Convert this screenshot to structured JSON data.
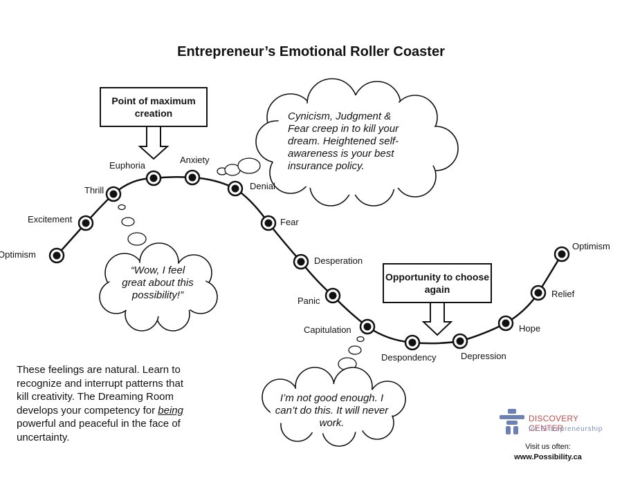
{
  "title": "Entrepreneur’s Emotional Roller Coaster",
  "stages": [
    {
      "id": "optimism-start",
      "label": "Optimism"
    },
    {
      "id": "excitement",
      "label": "Excitement"
    },
    {
      "id": "thrill",
      "label": "Thrill"
    },
    {
      "id": "euphoria",
      "label": "Euphoria"
    },
    {
      "id": "anxiety",
      "label": "Anxiety"
    },
    {
      "id": "denial",
      "label": "Denial"
    },
    {
      "id": "fear",
      "label": "Fear"
    },
    {
      "id": "desperation",
      "label": "Desperation"
    },
    {
      "id": "panic",
      "label": "Panic"
    },
    {
      "id": "capitulation",
      "label": "Capitulation"
    },
    {
      "id": "despondency",
      "label": "Despondency"
    },
    {
      "id": "depression",
      "label": "Depression"
    },
    {
      "id": "hope",
      "label": "Hope"
    },
    {
      "id": "relief",
      "label": "Relief"
    },
    {
      "id": "optimism-end",
      "label": "Optimism"
    }
  ],
  "callouts": {
    "max_creation": "Point of maximum creation",
    "choose_again": "Opportunity to choose again"
  },
  "clouds": {
    "cynicism": "Cynicism, Judgment & Fear creep in to kill your dream. Heightened self-awareness is your best insurance policy.",
    "wow": "“Wow, I feel great about this possibility!”",
    "not_good": "I’m not good enough. I can’t do this. It will never work."
  },
  "note": {
    "before": "These feelings are natural. Learn to recognize and interrupt patterns that kill creativity. The Dreaming Room develops your competency for ",
    "emphasis": "being",
    "after": " powerful and peaceful in the face of uncertainty."
  },
  "logo": {
    "name": "DISCOVERY CENTER",
    "tagline": "for Entrepreneurship"
  },
  "footer": {
    "visit_label": "Visit us often:",
    "url": "www.Possibility.ca"
  },
  "colors": {
    "line": "#111111",
    "logo_name": "#c0504d",
    "logo_tagline": "#7a8db8",
    "logo_icon": "#6b80b5"
  }
}
